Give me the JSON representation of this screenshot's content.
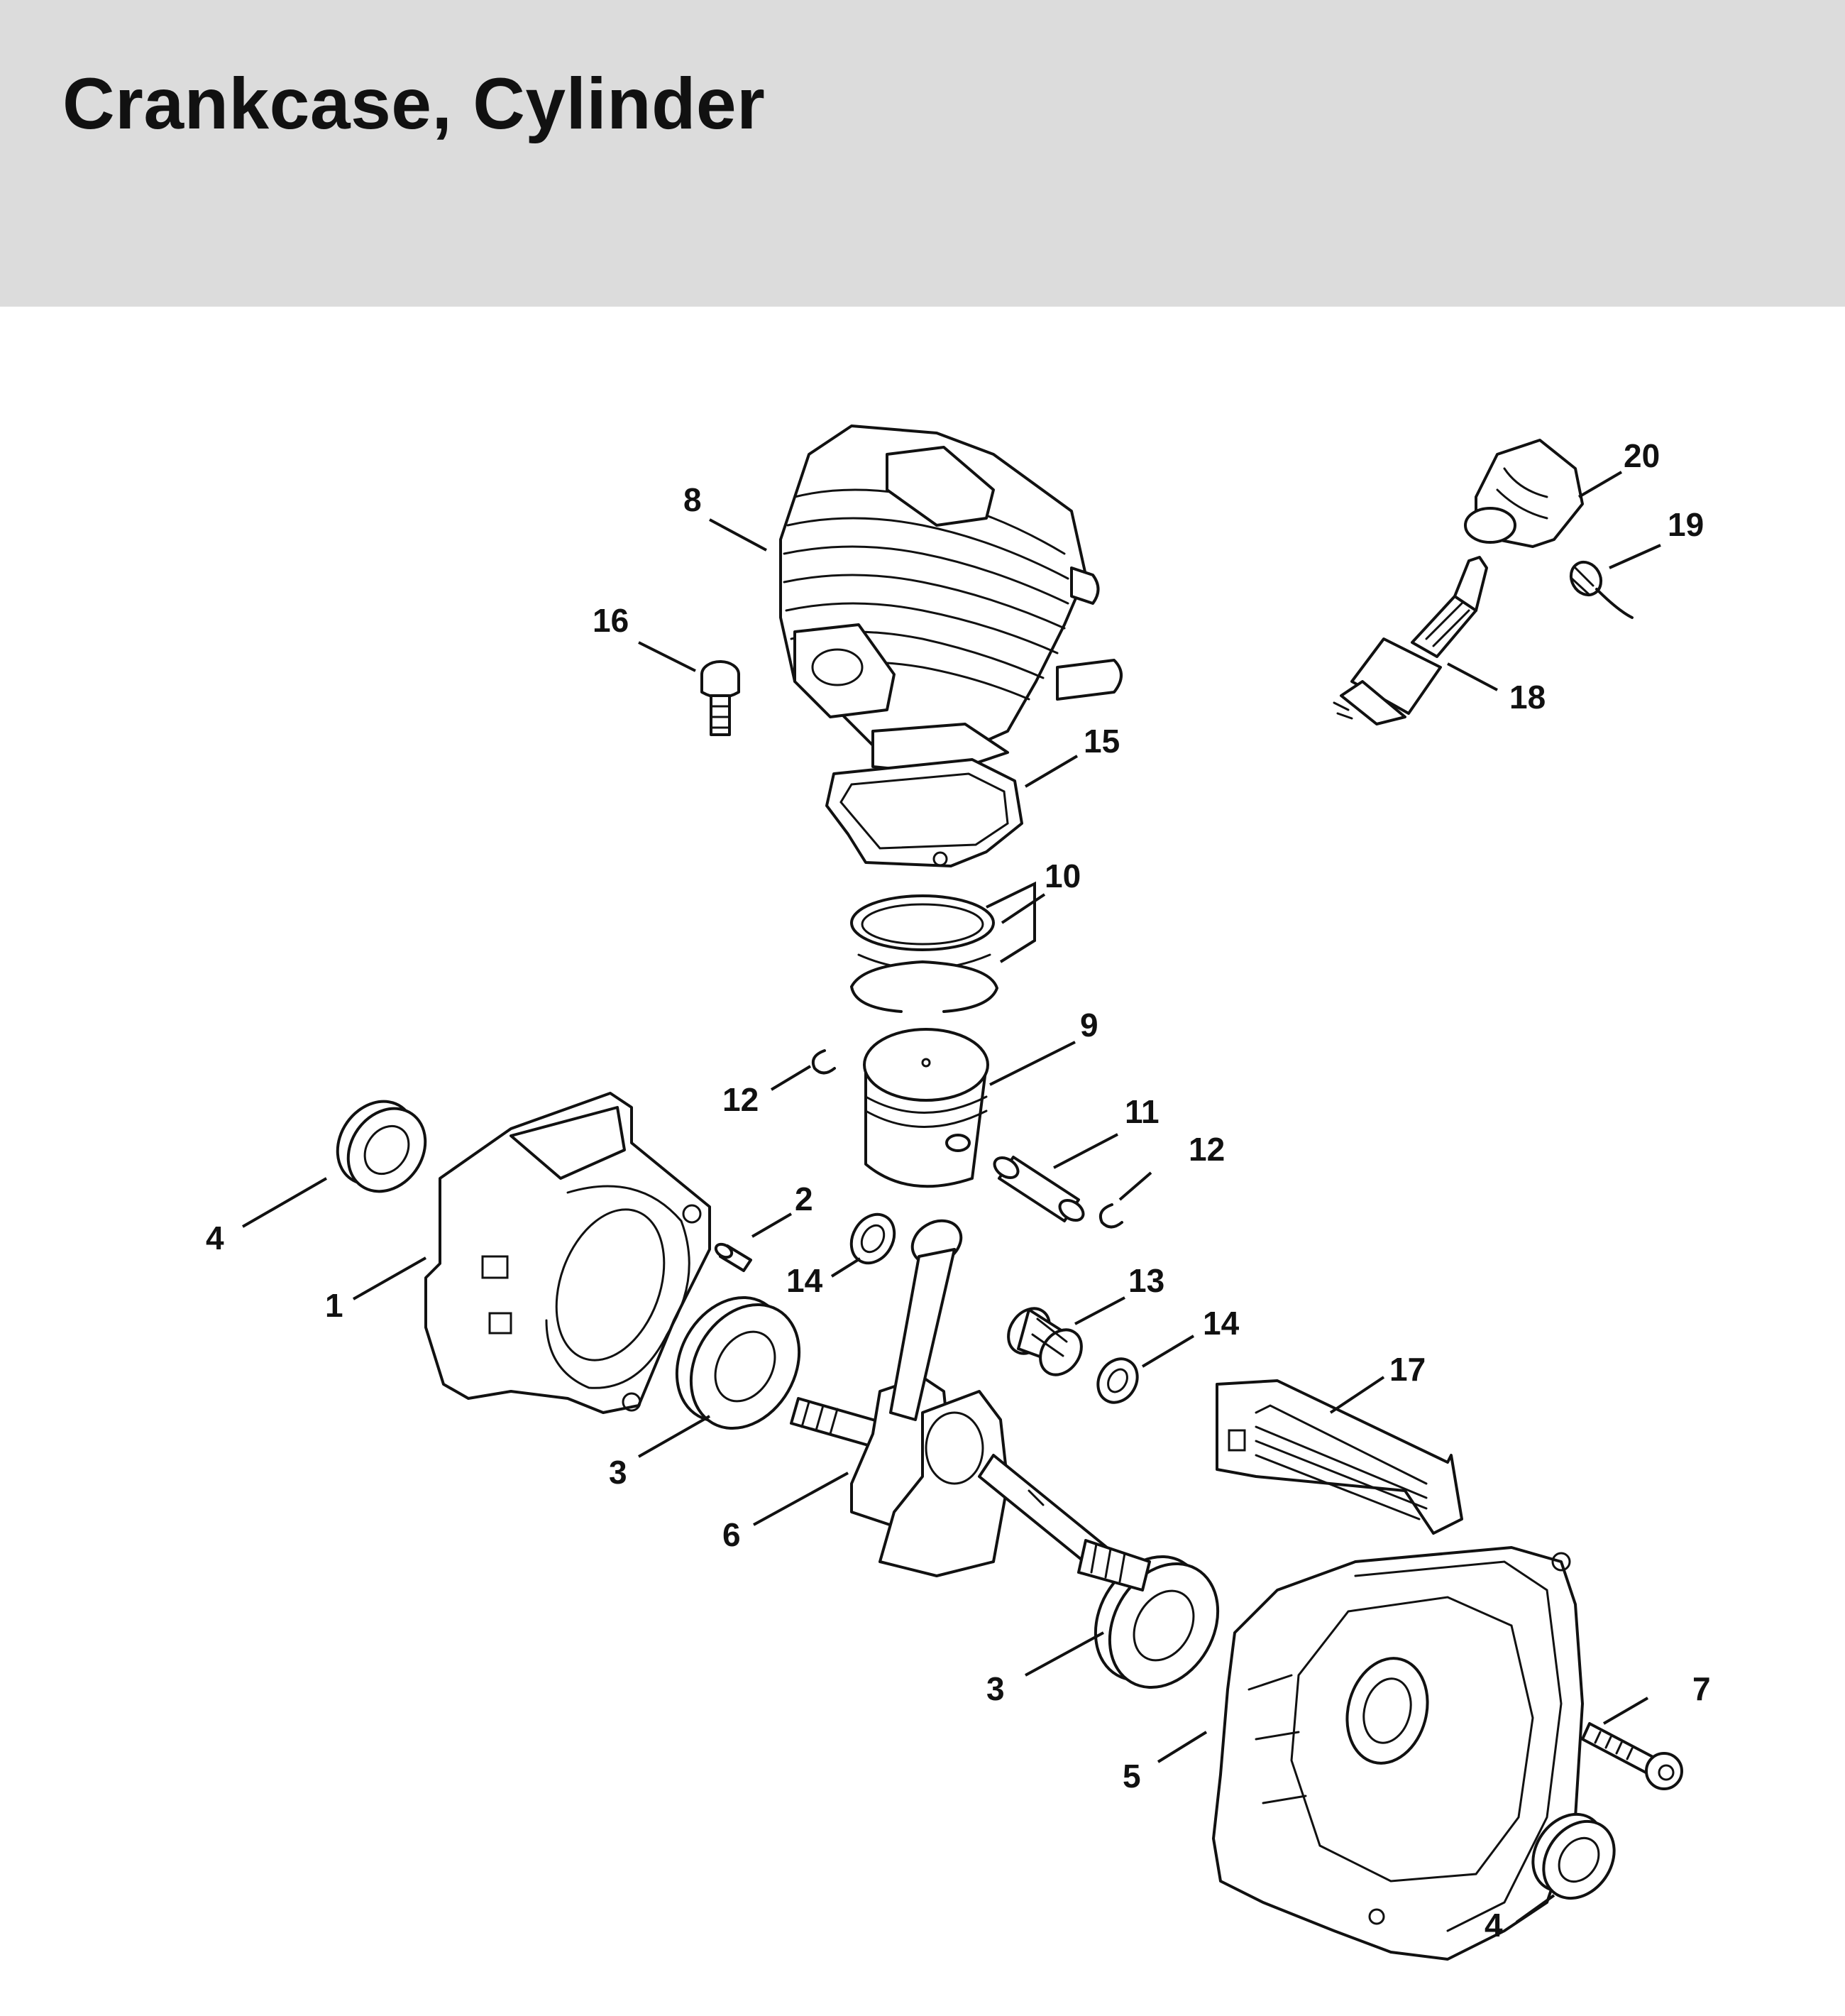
{
  "title": "Crankcase, Cylinder",
  "callouts": {
    "c1": "1",
    "c2": "2",
    "c3a": "3",
    "c3b": "3",
    "c4a": "4",
    "c4b": "4",
    "c5": "5",
    "c6": "6",
    "c7": "7",
    "c8": "8",
    "c9": "9",
    "c10": "10",
    "c11": "11",
    "c12a": "12",
    "c12b": "12",
    "c13": "13",
    "c14a": "14",
    "c14b": "14",
    "c15": "15",
    "c16": "16",
    "c17": "17",
    "c18": "18",
    "c19": "19",
    "c20": "20"
  }
}
